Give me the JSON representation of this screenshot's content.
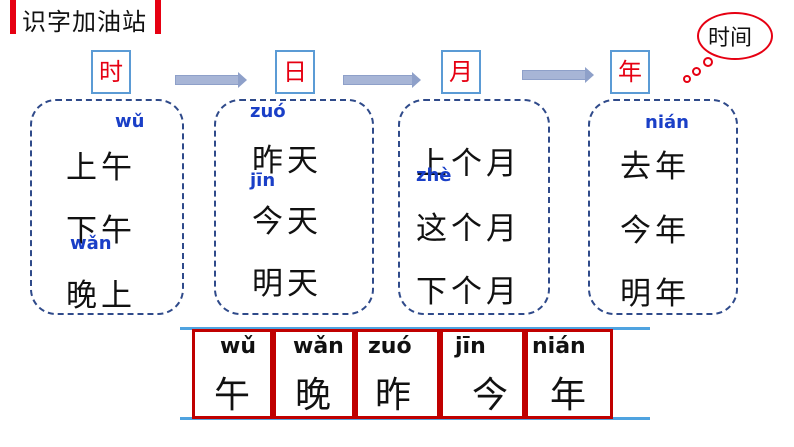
{
  "title": "识字加油站",
  "bubble": "时间",
  "headers": [
    "时",
    "日",
    "月",
    "年"
  ],
  "groups": [
    {
      "words": [
        "上午",
        "下午",
        "晚上"
      ],
      "pinyin": [
        "wǔ",
        "wǎn"
      ]
    },
    {
      "words": [
        "昨天",
        "今天",
        "明天"
      ],
      "pinyin": [
        "zuó",
        "jīn"
      ]
    },
    {
      "words": [
        "上个月",
        "这个月",
        "下个月"
      ],
      "pinyin": [
        "zhè"
      ]
    },
    {
      "words": [
        "去年",
        "今年",
        "明年"
      ],
      "pinyin": [
        "nián"
      ]
    }
  ],
  "cells": [
    {
      "pinyin": "wǔ",
      "char": "午"
    },
    {
      "pinyin": "wǎn",
      "char": "晚"
    },
    {
      "pinyin": "zuó",
      "char": "昨"
    },
    {
      "pinyin": "jīn",
      "char": "今"
    },
    {
      "pinyin": "nián",
      "char": "年"
    }
  ]
}
